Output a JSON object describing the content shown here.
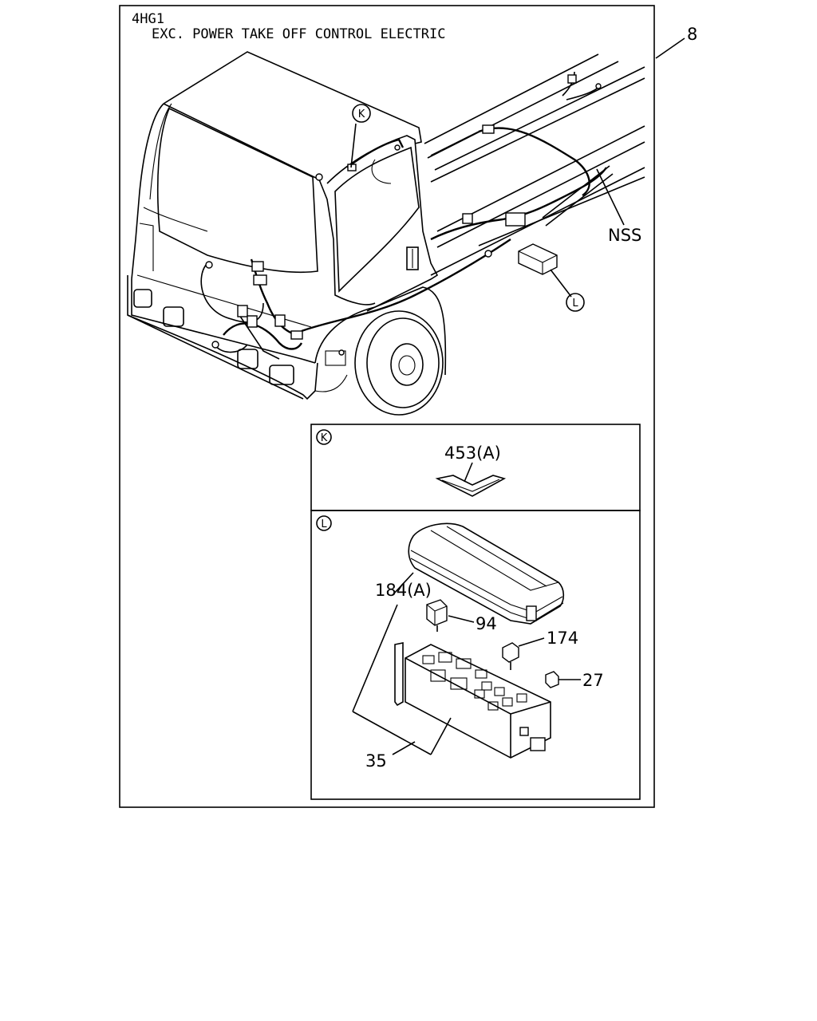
{
  "header": {
    "engine": "4HG1",
    "title": "EXC. POWER TAKE OFF CONTROL ELECTRIC"
  },
  "callouts": {
    "main_assembly": "8",
    "nss": "NSS",
    "circle_k": "K",
    "circle_l": "L"
  },
  "detail_k": {
    "marker": "K",
    "part_453": "453(A)"
  },
  "detail_l": {
    "marker": "L",
    "part_184": "184(A)",
    "part_94": "94",
    "part_174": "174",
    "part_27": "27",
    "part_35": "35"
  }
}
